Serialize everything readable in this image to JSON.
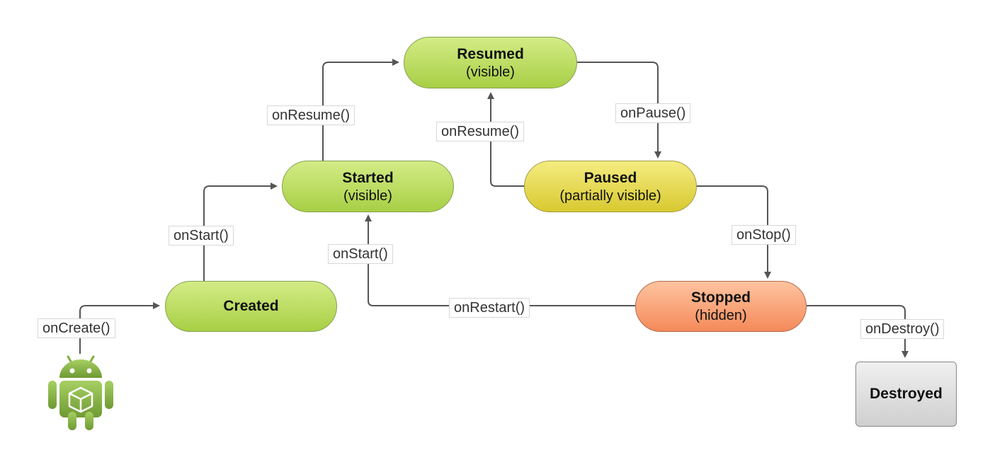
{
  "states": {
    "resumed": {
      "title": "Resumed",
      "sub": "(visible)"
    },
    "started": {
      "title": "Started",
      "sub": "(visible)"
    },
    "paused": {
      "title": "Paused",
      "sub": "(partially visible)"
    },
    "created": {
      "title": "Created"
    },
    "stopped": {
      "title": "Stopped",
      "sub": "(hidden)"
    },
    "destroyed": {
      "title": "Destroyed"
    }
  },
  "callbacks": {
    "on_create": "onCreate()",
    "on_start_to_started": "onStart()",
    "on_resume_to_resumed": "onResume()",
    "on_pause": "onPause()",
    "on_resume_from_paused": "onResume()",
    "on_stop": "onStop()",
    "on_restart": "onRestart()",
    "on_start_from_restart": "onStart()",
    "on_destroy": "onDestroy()"
  },
  "colors": {
    "active_state": "#b6d85a",
    "paused_state": "#e4d84a",
    "stopped_state": "#f9a077",
    "destroyed_state": "#dcdcdc",
    "android_green": "#8ab84a",
    "connector": "#555555"
  },
  "icons": {
    "start_icon": "android-logo"
  }
}
